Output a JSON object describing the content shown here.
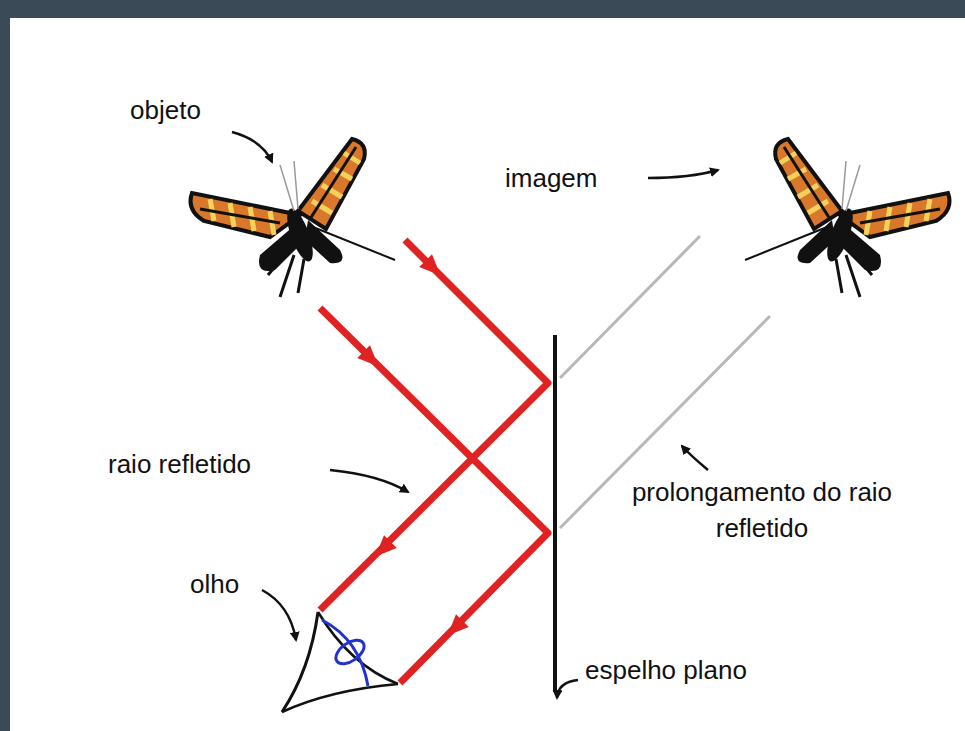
{
  "diagram": {
    "labels": [
      "objeto",
      "imagem",
      "raio refletido",
      "prolongamento do raio refletido",
      "olho",
      "espelho plano"
    ]
  }
}
